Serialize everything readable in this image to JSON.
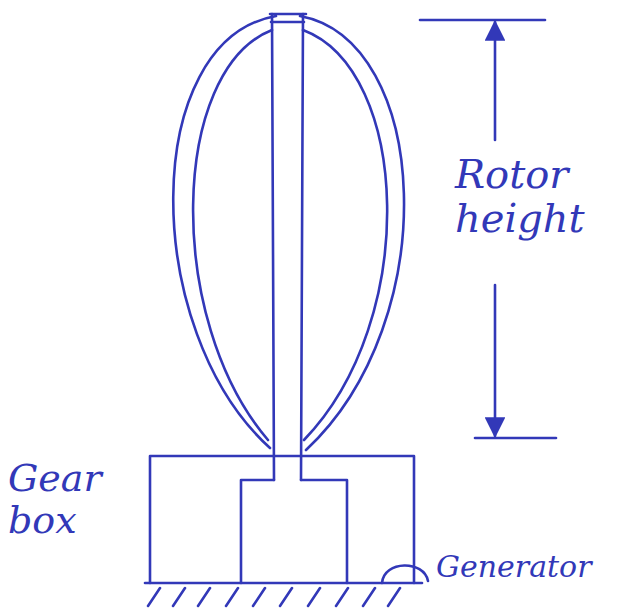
{
  "diagram": {
    "labels": [
      "Rotor height",
      "Gear box",
      "Generator"
    ]
  }
}
